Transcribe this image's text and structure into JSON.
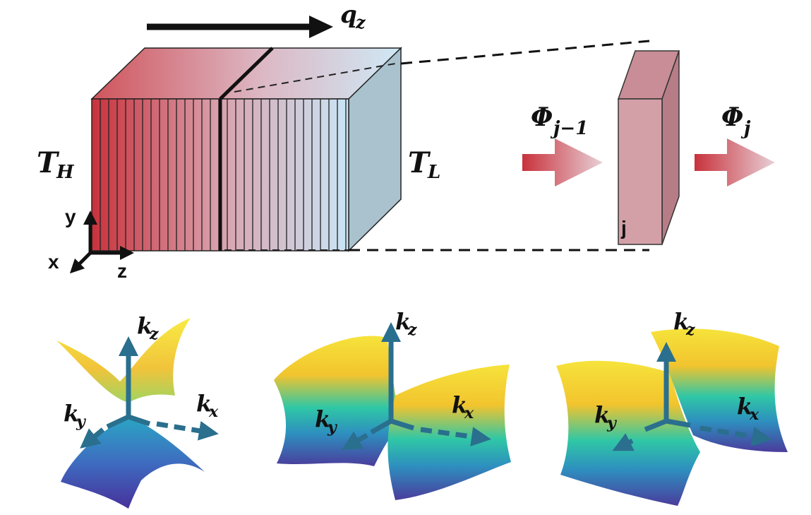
{
  "top": {
    "flux_label": "q",
    "flux_sub": "z",
    "hot_label": "T",
    "hot_sub": "H",
    "cold_label": "T",
    "cold_sub": "L",
    "in_label": "Φ",
    "in_sub": "j−1",
    "out_label": "Φ",
    "out_sub": "j",
    "slab_label": "j",
    "axes": {
      "x": "x",
      "y": "y",
      "z": "z"
    }
  },
  "bottom": {
    "panels": [
      {
        "kz": "k",
        "kz_sub": "z",
        "kx": "k",
        "kx_sub": "x",
        "ky": "k",
        "ky_sub": "y"
      },
      {
        "kz": "k",
        "kz_sub": "z",
        "kx": "k",
        "kx_sub": "x",
        "ky": "k",
        "ky_sub": "y"
      },
      {
        "kz": "k",
        "kz_sub": "z",
        "kx": "k",
        "kx_sub": "x",
        "ky": "k",
        "ky_sub": "y"
      }
    ]
  },
  "colors": {
    "hot": "#c8323c",
    "cold": "#c4e4f4",
    "arrow_accent": "#2a6f8e",
    "slab": "#d3a0a8"
  }
}
